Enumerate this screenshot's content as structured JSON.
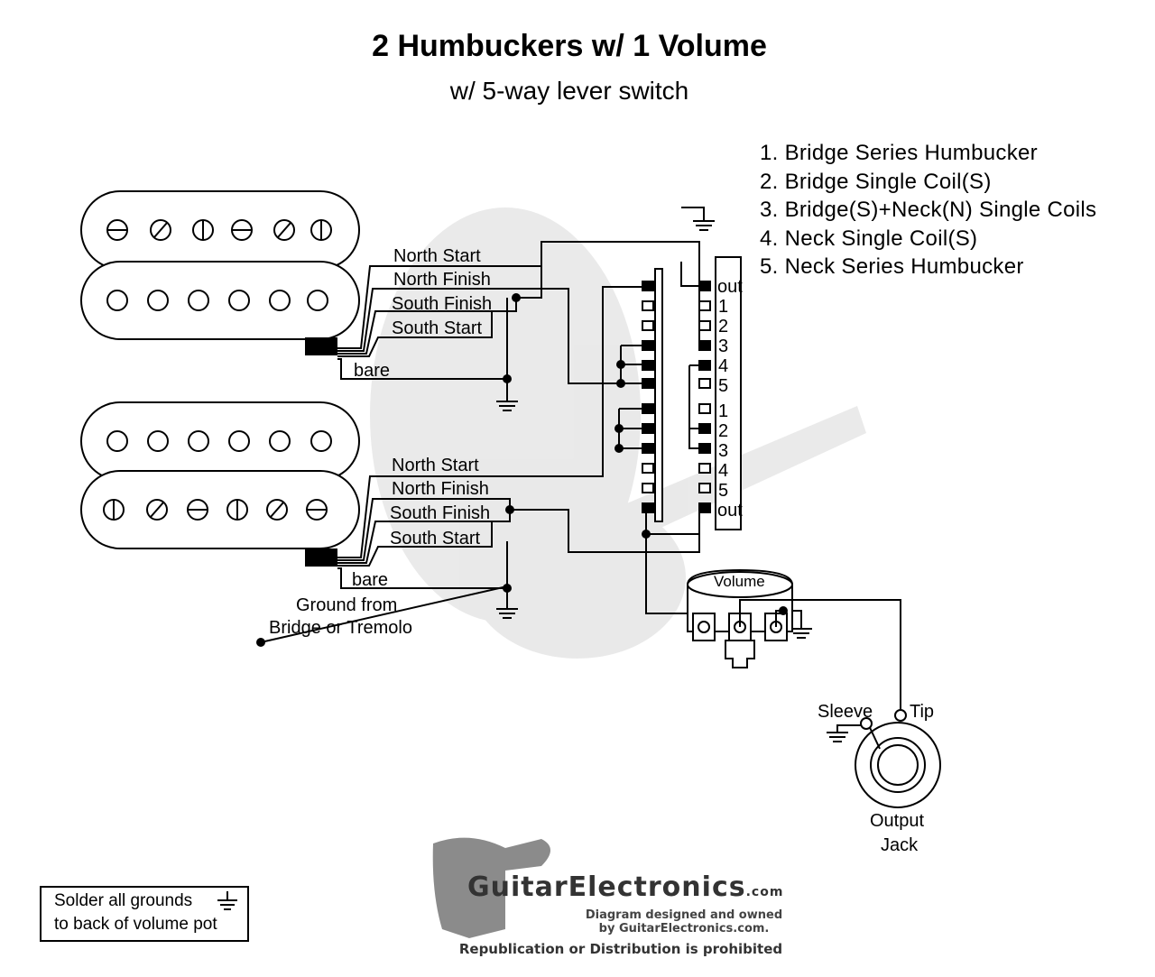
{
  "header": {
    "title": "2 Humbuckers w/ 1 Volume",
    "subtitle": "w/ 5-way lever switch"
  },
  "legend": [
    "1. Bridge Series Humbucker",
    "2. Bridge Single Coil(S)",
    "3. Bridge(S)+Neck(N) Single Coils",
    "4. Neck Single Coil(S)",
    "5. Neck Series Humbucker"
  ],
  "neck_pickup": {
    "wire_labels": [
      "North Start",
      "North Finish",
      "South Finish",
      "South Start"
    ],
    "bare_label": "bare"
  },
  "bridge_pickup": {
    "wire_labels": [
      "North Start",
      "North Finish",
      "South Finish",
      "South Start"
    ],
    "bare_label": "bare"
  },
  "ground_note": {
    "line1": "Ground from",
    "line2": "Bridge or Tremolo"
  },
  "switch": {
    "upper_labels": [
      "out",
      "1",
      "2",
      "3",
      "4",
      "5"
    ],
    "lower_labels": [
      "1",
      "2",
      "3",
      "4",
      "5",
      "out"
    ]
  },
  "volume_pot": {
    "label": "Volume"
  },
  "output_jack": {
    "sleeve_label": "Sleeve",
    "tip_label": "Tip",
    "label_line1": "Output",
    "label_line2": "Jack"
  },
  "footer_note": {
    "line1": "Solder all grounds",
    "line2": "to back of volume pot"
  },
  "brand": {
    "name": "GuitarElectronics",
    "suffix": ".com",
    "line1": "Diagram designed and owned",
    "line2": "by GuitarElectronics.com.",
    "notice": "Republication or Distribution is prohibited"
  }
}
